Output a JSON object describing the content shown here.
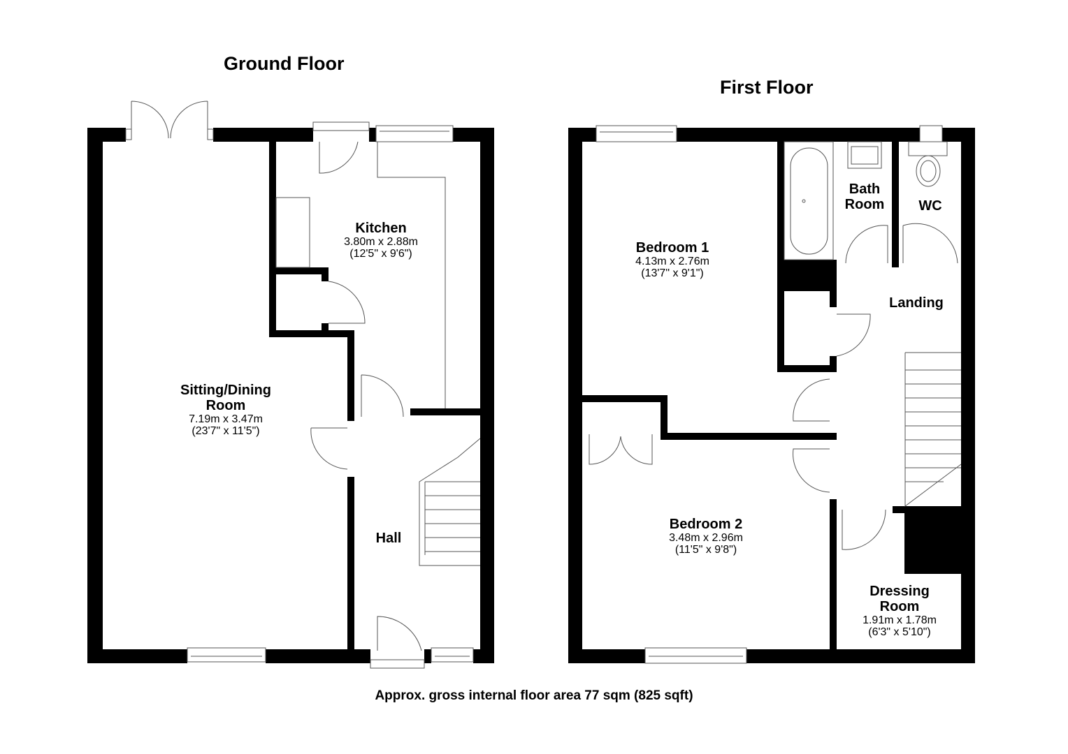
{
  "floors": [
    {
      "title": "Ground Floor",
      "rooms": [
        {
          "name": "Kitchen",
          "metric": "3.80m x 2.88m",
          "imperial": "(12'5\" x 9'6\")"
        },
        {
          "name": "Sitting/Dining",
          "name2": "Room",
          "metric": "7.19m x 3.47m",
          "imperial": "(23'7\" x 11'5\")"
        },
        {
          "name": "Hall"
        }
      ]
    },
    {
      "title": "First Floor",
      "rooms": [
        {
          "name": "Bedroom 1",
          "metric": "4.13m x 2.76m",
          "imperial": "(13'7\" x 9'1\")"
        },
        {
          "name": "Bath",
          "name2": "Room"
        },
        {
          "name": "WC"
        },
        {
          "name": "Landing"
        },
        {
          "name": "Bedroom 2",
          "metric": "3.48m x 2.96m",
          "imperial": "(11'5\" x 9'8\")"
        },
        {
          "name": "Dressing",
          "name2": "Room",
          "metric": "1.91m x 1.78m",
          "imperial": "(6'3\" x 5'10\")"
        }
      ]
    }
  ],
  "footer": "Approx. gross internal floor area 77 sqm (825 sqft)",
  "colors": {
    "wall": "#000000",
    "fixture_line": "#555555",
    "background": "#ffffff"
  }
}
